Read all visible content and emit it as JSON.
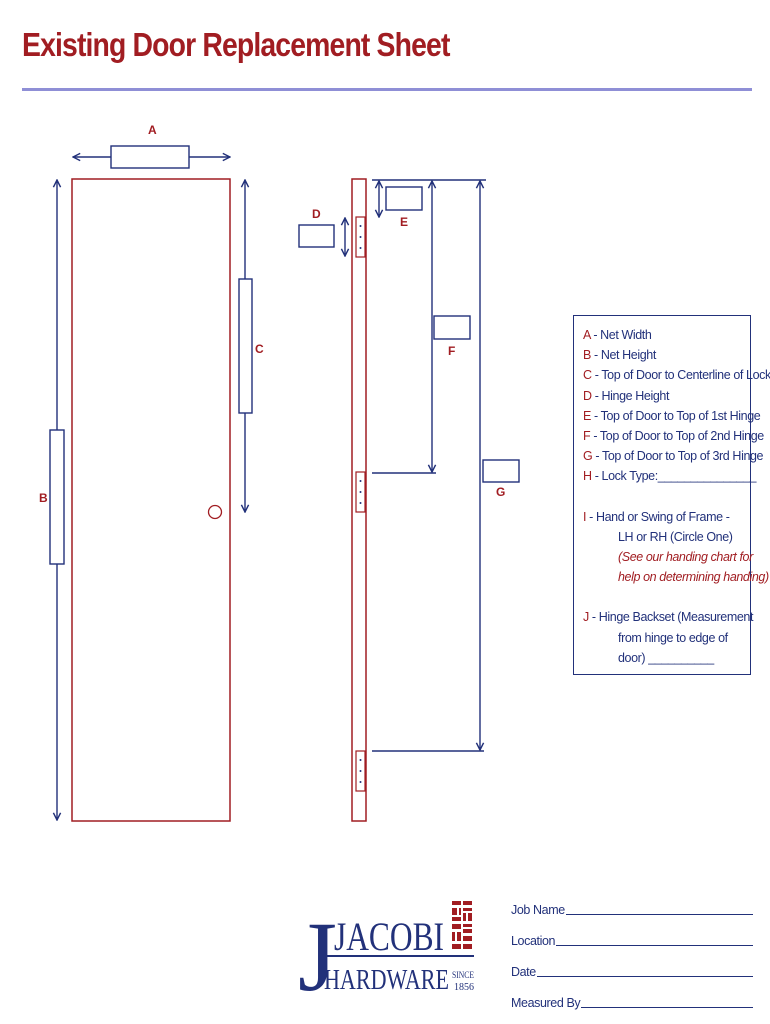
{
  "title": "Existing Door Replacement Sheet",
  "diagram": {
    "labels": {
      "a": "A",
      "b": "B",
      "c": "C",
      "d": "D",
      "e": "E",
      "f": "F",
      "g": "G"
    }
  },
  "legend": {
    "items": [
      {
        "letter": "A",
        "text": " - Net Width"
      },
      {
        "letter": "B",
        "text": " - Net Height"
      },
      {
        "letter": "C",
        "text": " - Top of Door to Centerline of Lock"
      },
      {
        "letter": "D",
        "text": " - Hinge Height"
      },
      {
        "letter": "E",
        "text": " - Top of Door to Top of 1st Hinge"
      },
      {
        "letter": "F",
        "text": " - Top of Door to Top of 2nd Hinge"
      },
      {
        "letter": "G",
        "text": " - Top of Door to Top of 3rd Hinge"
      },
      {
        "letter": "H",
        "text": " - Lock Type:_______________"
      }
    ],
    "hand": {
      "letter": "I",
      "text": " - Hand or Swing of Frame -",
      "line2": "LH or RH (Circle One)",
      "note1": "(See our handing chart for",
      "note2": "help on determining handing)"
    },
    "backset": {
      "letter": "J",
      "text": " - Hinge Backset (Measurement",
      "line2": "from hinge to edge of",
      "line3": "door) __________"
    }
  },
  "logo": {
    "name_line1": "JACOBI",
    "name_line2": "HARDWARE",
    "since": "SINCE",
    "year": "1856"
  },
  "fields": {
    "job_name": "Job Name",
    "location": "Location",
    "date": "Date",
    "measured_by": "Measured By"
  },
  "colors": {
    "title_red": "#a11d22",
    "navy": "#22317a",
    "rule": "#8f8fd6"
  }
}
